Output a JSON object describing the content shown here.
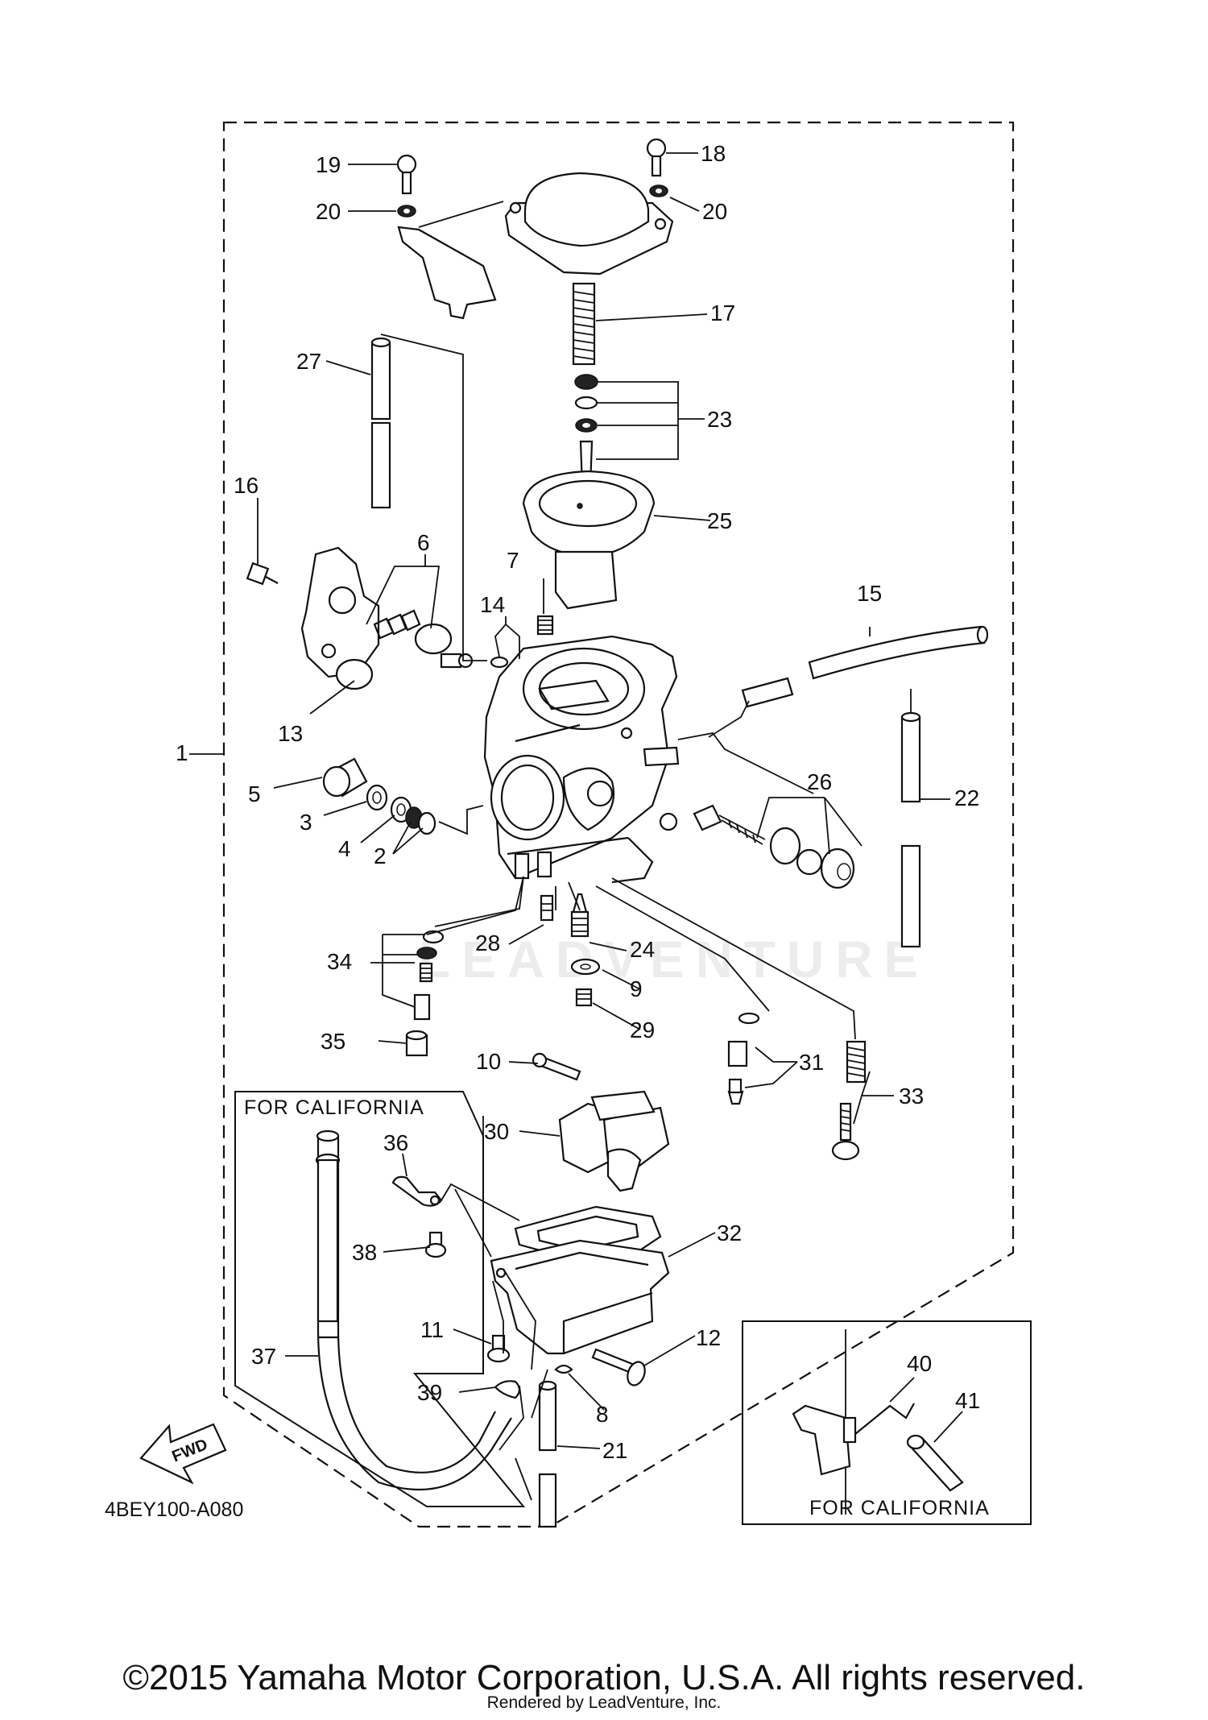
{
  "diagram": {
    "callouts": [
      "1",
      "2",
      "3",
      "4",
      "5",
      "6",
      "7",
      "8",
      "9",
      "10",
      "11",
      "12",
      "13",
      "14",
      "15",
      "16",
      "17",
      "18",
      "19",
      "20",
      "20",
      "21",
      "22",
      "23",
      "24",
      "25",
      "26",
      "27",
      "28",
      "29",
      "30",
      "31",
      "32",
      "33",
      "34",
      "35",
      "36",
      "37",
      "38",
      "39",
      "40",
      "41"
    ],
    "california_note_1": "FOR CALIFORNIA",
    "california_note_2": "FOR CALIFORNIA",
    "diagram_code": "4BEY100-A080",
    "fwd_label": "FWD",
    "watermark": "LEADVENTURE"
  },
  "footer": {
    "copyright": "©2015 Yamaha Motor Corporation, U.S.A. All rights reserved.",
    "rendered_by": "Rendered by LeadVenture, Inc."
  }
}
